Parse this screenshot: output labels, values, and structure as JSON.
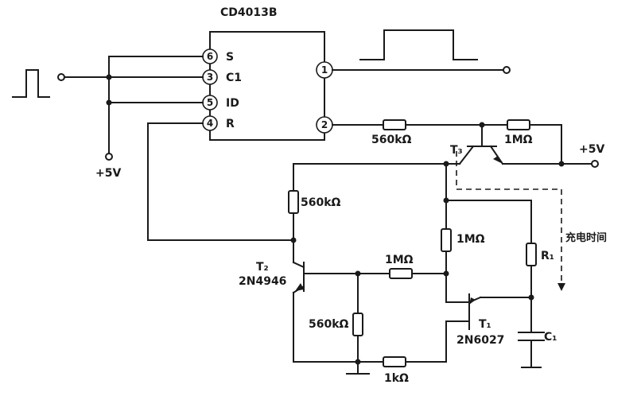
{
  "ic": {
    "part_number": "CD4013B",
    "pins": {
      "s": {
        "num": "6",
        "label": "S"
      },
      "c1": {
        "num": "3",
        "label": "C1"
      },
      "id": {
        "num": "5",
        "label": "ID"
      },
      "r": {
        "num": "4",
        "label": "R"
      },
      "q": {
        "num": "1"
      },
      "qbar": {
        "num": "2"
      }
    }
  },
  "supply": {
    "left": "+5V",
    "right": "+5V"
  },
  "resistors": {
    "r_top": "560kΩ",
    "r_t3": "1MΩ",
    "r_t2_collector": "560kΩ",
    "r_t2_base": "1MΩ",
    "r_base_ground": "560kΩ",
    "r_t1_gate": "1MΩ",
    "r_cathode": "1kΩ",
    "r_timing": "R₁"
  },
  "transistors": {
    "t2": {
      "ref": "T₂",
      "part": "2N4946"
    },
    "t3": {
      "ref": "T₃"
    },
    "t1": {
      "ref": "T₁",
      "part": "2N6027"
    }
  },
  "capacitor": {
    "ref": "C₁"
  },
  "annotation": {
    "charging_time": "充电时间"
  }
}
